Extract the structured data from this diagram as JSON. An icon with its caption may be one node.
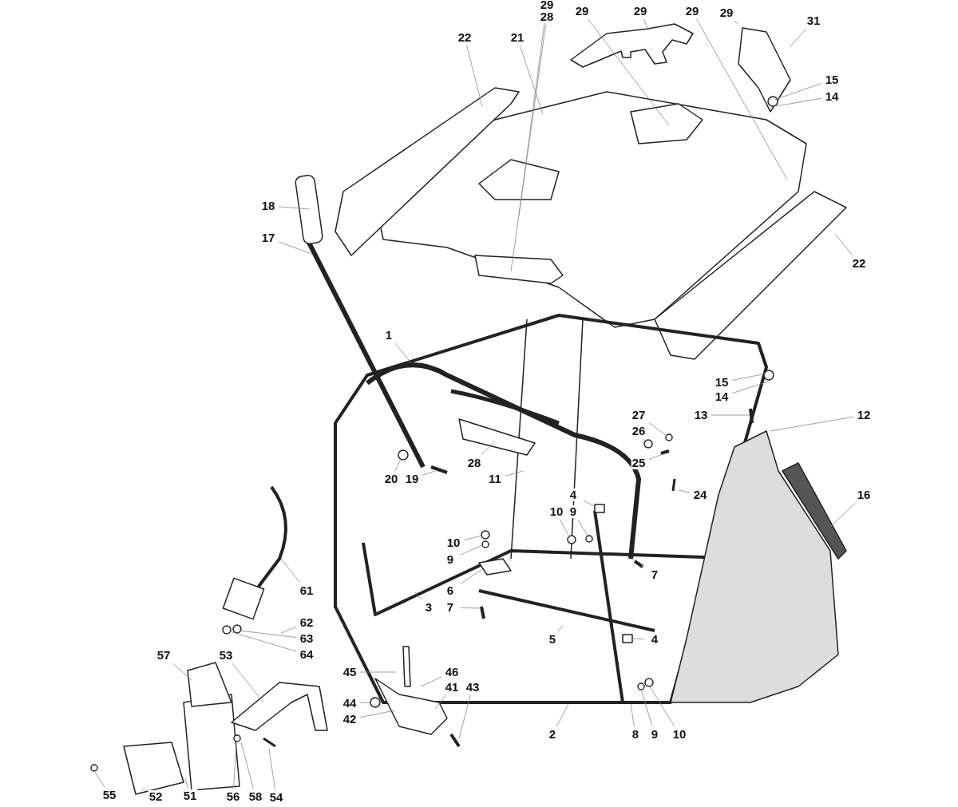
{
  "diagram": {
    "nodes": [
      {
        "text": [
          "22"
        ]
      },
      {
        "text": [
          "21"
        ]
      },
      {
        "text": [
          "29"
        ]
      },
      {
        "text": [
          "28"
        ]
      },
      {
        "text": [
          "29"
        ]
      },
      {
        "text": [
          "29"
        ]
      },
      {
        "text": [
          "29"
        ]
      },
      {
        "text": [
          "29"
        ]
      },
      {
        "text": [
          "31"
        ]
      },
      {
        "text": [
          "15"
        ]
      },
      {
        "text": [
          "14"
        ]
      },
      {
        "text": [
          "18"
        ]
      },
      {
        "text": [
          "17"
        ]
      },
      {
        "text": [
          "22"
        ]
      },
      {
        "text": [
          "1"
        ]
      },
      {
        "text": [
          "15"
        ]
      },
      {
        "text": [
          "14"
        ]
      },
      {
        "text": [
          "13"
        ]
      },
      {
        "text": [
          "12"
        ]
      },
      {
        "text": [
          "27"
        ]
      },
      {
        "text": [
          "26"
        ]
      },
      {
        "text": [
          "25"
        ]
      },
      {
        "text": [
          "20"
        ]
      },
      {
        "text": [
          "19"
        ]
      },
      {
        "text": [
          "28"
        ]
      },
      {
        "text": [
          "11"
        ]
      },
      {
        "text": [
          "24"
        ]
      },
      {
        "text": [
          "16"
        ]
      },
      {
        "text": [
          "4"
        ]
      },
      {
        "text": [
          "10"
        ]
      },
      {
        "text": [
          "9"
        ]
      },
      {
        "text": [
          "10"
        ]
      },
      {
        "text": [
          "9"
        ]
      },
      {
        "text": [
          "61"
        ]
      },
      {
        "text": [
          "7"
        ]
      },
      {
        "text": [
          "6"
        ]
      },
      {
        "text": [
          "3"
        ]
      },
      {
        "text": [
          "7"
        ]
      },
      {
        "text": [
          "62"
        ]
      },
      {
        "text": [
          "63"
        ]
      },
      {
        "text": [
          "64"
        ]
      },
      {
        "text": [
          "5"
        ]
      },
      {
        "text": [
          "4"
        ]
      },
      {
        "text": [
          "45"
        ]
      },
      {
        "text": [
          "46"
        ]
      },
      {
        "text": [
          "57"
        ]
      },
      {
        "text": [
          "53"
        ]
      },
      {
        "text": [
          "41"
        ]
      },
      {
        "text": [
          "43"
        ]
      },
      {
        "text": [
          "44"
        ]
      },
      {
        "text": [
          "42"
        ]
      },
      {
        "text": [
          "2"
        ]
      },
      {
        "text": [
          "8"
        ]
      },
      {
        "text": [
          "9"
        ]
      },
      {
        "text": [
          "10"
        ]
      },
      {
        "text": [
          "55"
        ]
      },
      {
        "text": [
          "52"
        ]
      },
      {
        "text": [
          "51"
        ]
      },
      {
        "text": [
          "56"
        ]
      },
      {
        "text": [
          "58"
        ]
      },
      {
        "text": [
          "54"
        ]
      }
    ],
    "edges": [
      {
        "from": 0,
        "to": null,
        "arrow": "none"
      },
      {
        "from": 1,
        "to": null,
        "arrow": "none"
      },
      {
        "from": 2,
        "to": null,
        "arrow": "none"
      },
      {
        "from": 3,
        "to": null,
        "arrow": "none"
      },
      {
        "from": 4,
        "to": null,
        "arrow": "none"
      },
      {
        "from": 5,
        "to": null,
        "arrow": "none"
      },
      {
        "from": 6,
        "to": null,
        "arrow": "none"
      },
      {
        "from": 7,
        "to": null,
        "arrow": "none"
      },
      {
        "from": 8,
        "to": null,
        "arrow": "none"
      },
      {
        "from": 9,
        "to": null,
        "arrow": "none"
      },
      {
        "from": 10,
        "to": null,
        "arrow": "none"
      },
      {
        "from": 11,
        "to": null,
        "arrow": "none"
      },
      {
        "from": 12,
        "to": null,
        "arrow": "none"
      },
      {
        "from": 13,
        "to": null,
        "arrow": "none"
      },
      {
        "from": 14,
        "to": null,
        "arrow": "none"
      },
      {
        "from": 15,
        "to": null,
        "arrow": "none"
      },
      {
        "from": 16,
        "to": null,
        "arrow": "none"
      },
      {
        "from": 17,
        "to": null,
        "arrow": "none"
      },
      {
        "from": 18,
        "to": null,
        "arrow": "none"
      },
      {
        "from": 19,
        "to": null,
        "arrow": "none"
      },
      {
        "from": 20,
        "to": null,
        "arrow": "none"
      },
      {
        "from": 21,
        "to": null,
        "arrow": "none"
      },
      {
        "from": 22,
        "to": null,
        "arrow": "none"
      },
      {
        "from": 23,
        "to": null,
        "arrow": "none"
      },
      {
        "from": 24,
        "to": null,
        "arrow": "none"
      },
      {
        "from": 25,
        "to": null,
        "arrow": "none"
      },
      {
        "from": 26,
        "to": null,
        "arrow": "none"
      },
      {
        "from": 27,
        "to": null,
        "arrow": "none"
      },
      {
        "from": 28,
        "to": null,
        "arrow": "none"
      },
      {
        "from": 29,
        "to": null,
        "arrow": "none"
      },
      {
        "from": 30,
        "to": null,
        "arrow": "none"
      },
      {
        "from": 31,
        "to": null,
        "arrow": "none"
      },
      {
        "from": 32,
        "to": null,
        "arrow": "none"
      },
      {
        "from": 33,
        "to": null,
        "arrow": "none"
      },
      {
        "from": 34,
        "to": null,
        "arrow": "none"
      },
      {
        "from": 35,
        "to": null,
        "arrow": "none"
      },
      {
        "from": 36,
        "to": null,
        "arrow": "none"
      },
      {
        "from": 37,
        "to": null,
        "arrow": "none"
      },
      {
        "from": 38,
        "to": null,
        "arrow": "none"
      },
      {
        "from": 39,
        "to": null,
        "arrow": "none"
      },
      {
        "from": 40,
        "to": null,
        "arrow": "none"
      },
      {
        "from": 41,
        "to": null,
        "arrow": "none"
      },
      {
        "from": 42,
        "to": null,
        "arrow": "none"
      },
      {
        "from": 43,
        "to": null,
        "arrow": "none"
      },
      {
        "from": 44,
        "to": null,
        "arrow": "none"
      },
      {
        "from": 45,
        "to": null,
        "arrow": "none"
      },
      {
        "from": 46,
        "to": null,
        "arrow": "none"
      },
      {
        "from": 47,
        "to": null,
        "arrow": "none"
      },
      {
        "from": 48,
        "to": null,
        "arrow": "none"
      },
      {
        "from": 49,
        "to": null,
        "arrow": "none"
      },
      {
        "from": 50,
        "to": null,
        "arrow": "none"
      },
      {
        "from": 51,
        "to": null,
        "arrow": "none"
      },
      {
        "from": 52,
        "to": null,
        "arrow": "none"
      },
      {
        "from": 53,
        "to": null,
        "arrow": "none"
      },
      {
        "from": 54,
        "to": null,
        "arrow": "none"
      },
      {
        "from": 55,
        "to": null,
        "arrow": "none"
      },
      {
        "from": 56,
        "to": null,
        "arrow": "none"
      },
      {
        "from": 57,
        "to": null,
        "arrow": "none"
      },
      {
        "from": 58,
        "to": null,
        "arrow": "none"
      },
      {
        "from": 59,
        "to": null,
        "arrow": "none"
      },
      {
        "from": 60,
        "to": null,
        "arrow": "none"
      }
    ]
  }
}
